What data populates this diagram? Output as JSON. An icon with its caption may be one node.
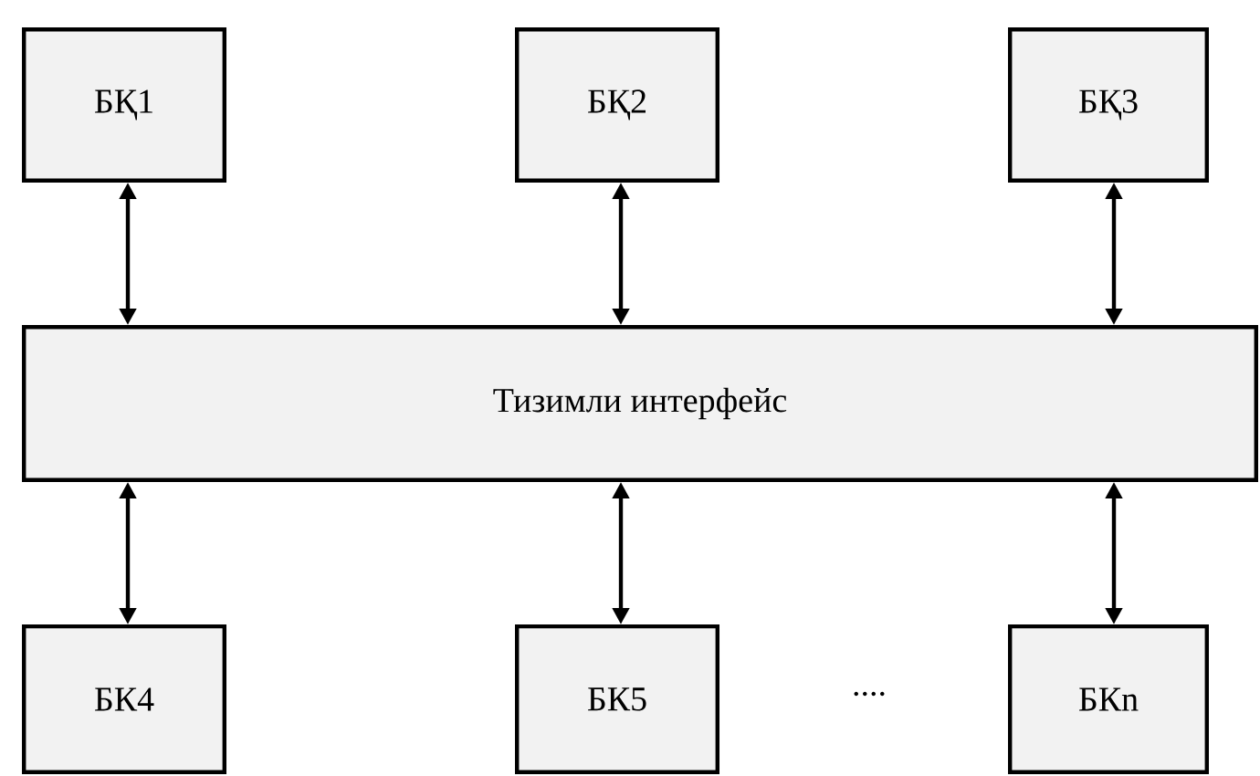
{
  "diagram": {
    "nodes": [
      {
        "text": [
          "БҚ1"
        ]
      },
      {
        "text": [
          "БҚ2"
        ]
      },
      {
        "text": [
          "БҚ3"
        ]
      },
      {
        "text": [
          "Тизимли интерфейс"
        ]
      },
      {
        "text": [
          "БК4"
        ]
      },
      {
        "text": [
          "БК5"
        ]
      },
      {
        "text": [
          "БКn"
        ]
      }
    ],
    "edges": [
      {
        "from": 0,
        "to": 3,
        "arrow": "both"
      },
      {
        "from": 1,
        "to": 3,
        "arrow": "both"
      },
      {
        "from": 2,
        "to": 3,
        "arrow": "both"
      },
      {
        "from": 3,
        "to": 4,
        "arrow": "both"
      },
      {
        "from": 3,
        "to": 5,
        "arrow": "both"
      },
      {
        "from": 3,
        "to": 6,
        "arrow": "both"
      }
    ],
    "labels": [
      "...."
    ]
  }
}
